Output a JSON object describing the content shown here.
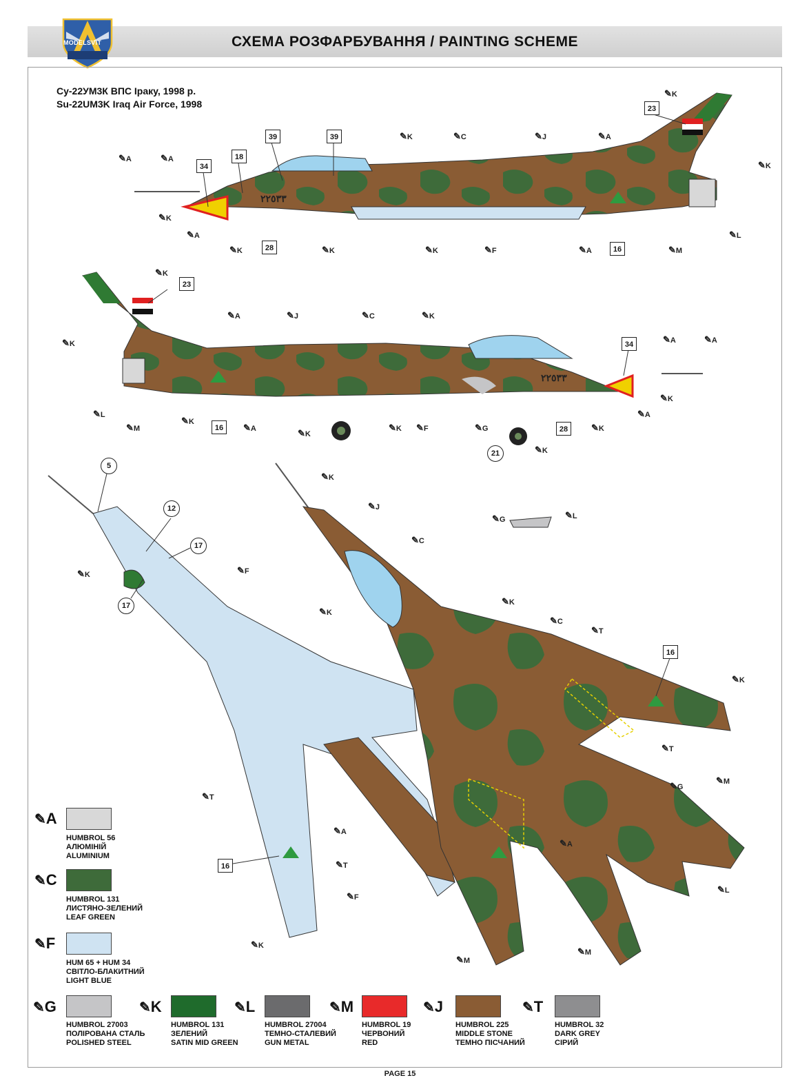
{
  "header": {
    "title": "СХЕМА РОЗФАРБУВАННЯ  /  PAINTING  SCHEME",
    "logo_text": "MODELSVIT"
  },
  "subtitle": {
    "uk": "Су-22УМ3К ВПС Іраку, 1998 р.",
    "en": "Su-22UM3K Iraq Air Force, 1998"
  },
  "aircraft_number": "٢٢٥٣٣",
  "callouts": [
    "5",
    "12",
    "16",
    "17",
    "18",
    "21",
    "23",
    "28",
    "34",
    "39"
  ],
  "paint_letters": [
    "A",
    "C",
    "F",
    "G",
    "J",
    "K",
    "L",
    "M",
    "T"
  ],
  "legend": [
    {
      "letter": "A",
      "color": "#d8d8d8",
      "lines": [
        "HUMBROL 56",
        "АЛЮМІНІЙ",
        "ALUMINIUM"
      ]
    },
    {
      "letter": "C",
      "color": "#3e6b3a",
      "lines": [
        "HUMBROL 131",
        "ЛИСТЯНО-ЗЕЛЕНИЙ",
        "LEAF GREEN"
      ]
    },
    {
      "letter": "F",
      "color": "#cfe3f2",
      "lines": [
        "HUM 65 + HUM 34",
        "СВІТЛО-БЛАКИТНИЙ",
        "LIGHT BLUE"
      ]
    },
    {
      "letter": "G",
      "color": "#c5c5c7",
      "lines": [
        "HUMBROL 27003",
        "ПОЛІРОВАНА СТАЛЬ",
        "POLISHED STEEL"
      ]
    },
    {
      "letter": "K",
      "color": "#1f6b2c",
      "lines": [
        "HUMBROL 131",
        "ЗЕЛЕНИЙ",
        "SATIN MID GREEN"
      ]
    },
    {
      "letter": "L",
      "color": "#6b6b6d",
      "lines": [
        "HUMBROL 27004",
        "ТЕМНО-СТАЛЕВИЙ",
        "GUN METAL"
      ]
    },
    {
      "letter": "M",
      "color": "#e82a2a",
      "lines": [
        "HUMBROL 19",
        "ЧЕРВОНИЙ",
        "RED"
      ]
    },
    {
      "letter": "J",
      "color": "#8a5c34",
      "lines": [
        "HUMBROL 225",
        "MIDDLE STONE",
        "ТЕМНО ПІСЧАНИЙ"
      ]
    },
    {
      "letter": "T",
      "color": "#8e8e90",
      "lines": [
        "HUMBROL 32",
        "DARK GREY",
        "СІРИЙ"
      ]
    }
  ],
  "footer": "PAGE 15"
}
